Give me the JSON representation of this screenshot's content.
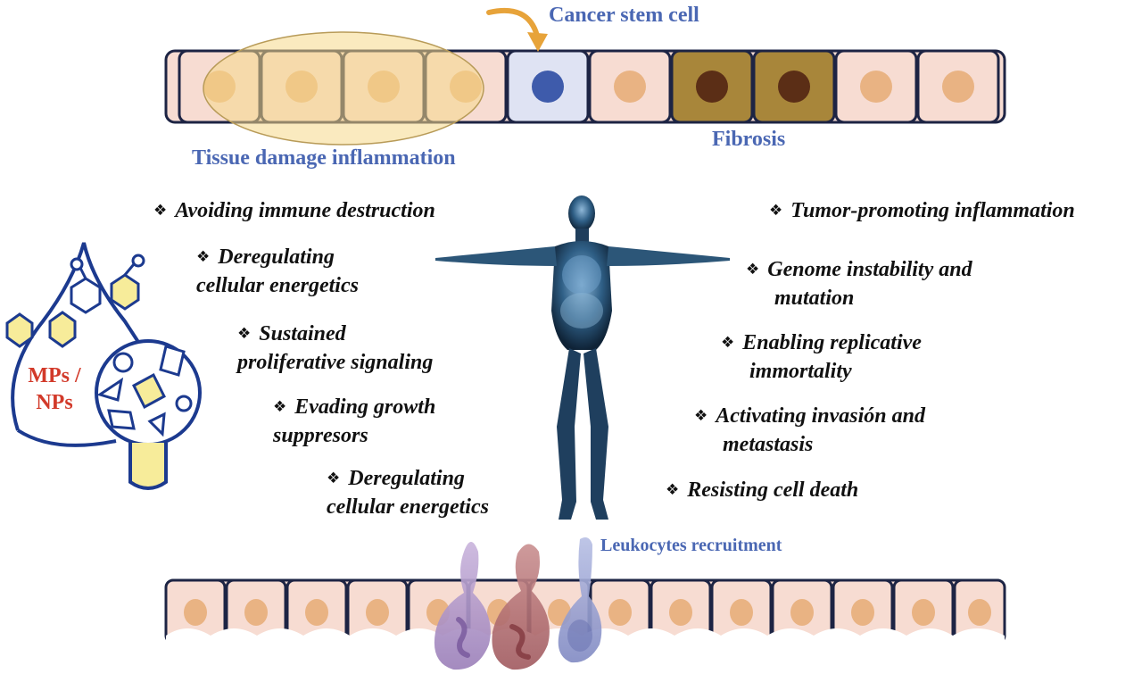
{
  "labels": {
    "cancer_stem_cell": "Cancer stem cell",
    "fibrosis": "Fibrosis",
    "tissue_damage": "Tissue damage inflammation",
    "leukocytes": "Leukocytes recruitment",
    "mps_nps_line1": "MPs /",
    "mps_nps_line2": "NPs"
  },
  "bullet_symbol": "❖",
  "left_hallmarks": [
    {
      "line1": "Avoiding immune destruction",
      "line2": ""
    },
    {
      "line1": "Deregulating",
      "line2": "cellular energetics"
    },
    {
      "line1": "Sustained",
      "line2": "proliferative signaling"
    },
    {
      "line1": "Evading growth",
      "line2": "suppresors"
    },
    {
      "line1": "Deregulating",
      "line2": "cellular energetics"
    }
  ],
  "right_hallmarks": [
    {
      "line1": "Tumor-promoting inflammation",
      "line2": ""
    },
    {
      "line1": "Genome instability and",
      "line2": "mutation"
    },
    {
      "line1": "Enabling replicative",
      "line2": "immortality"
    },
    {
      "line1": "Activating invasión and",
      "line2": "metastasis"
    },
    {
      "line1": "Resisting cell death",
      "line2": ""
    }
  ],
  "colors": {
    "cell_fill": "#f7dcd2",
    "nucleus": "#e9b383",
    "stem_cell_fill": "#dfe3f3",
    "stem_nucleus": "#3e5bab",
    "fibrosis_fill": "#a8863a",
    "fibrosis_nucleus": "#5b2e16",
    "outline": "#1d2444",
    "ellipse": "#f6d98a",
    "label_blue": "#4a67b3",
    "mps_red": "#d23a2a",
    "particle_blue": "#1c3a8f",
    "particle_yellow": "#f7ec9a"
  }
}
